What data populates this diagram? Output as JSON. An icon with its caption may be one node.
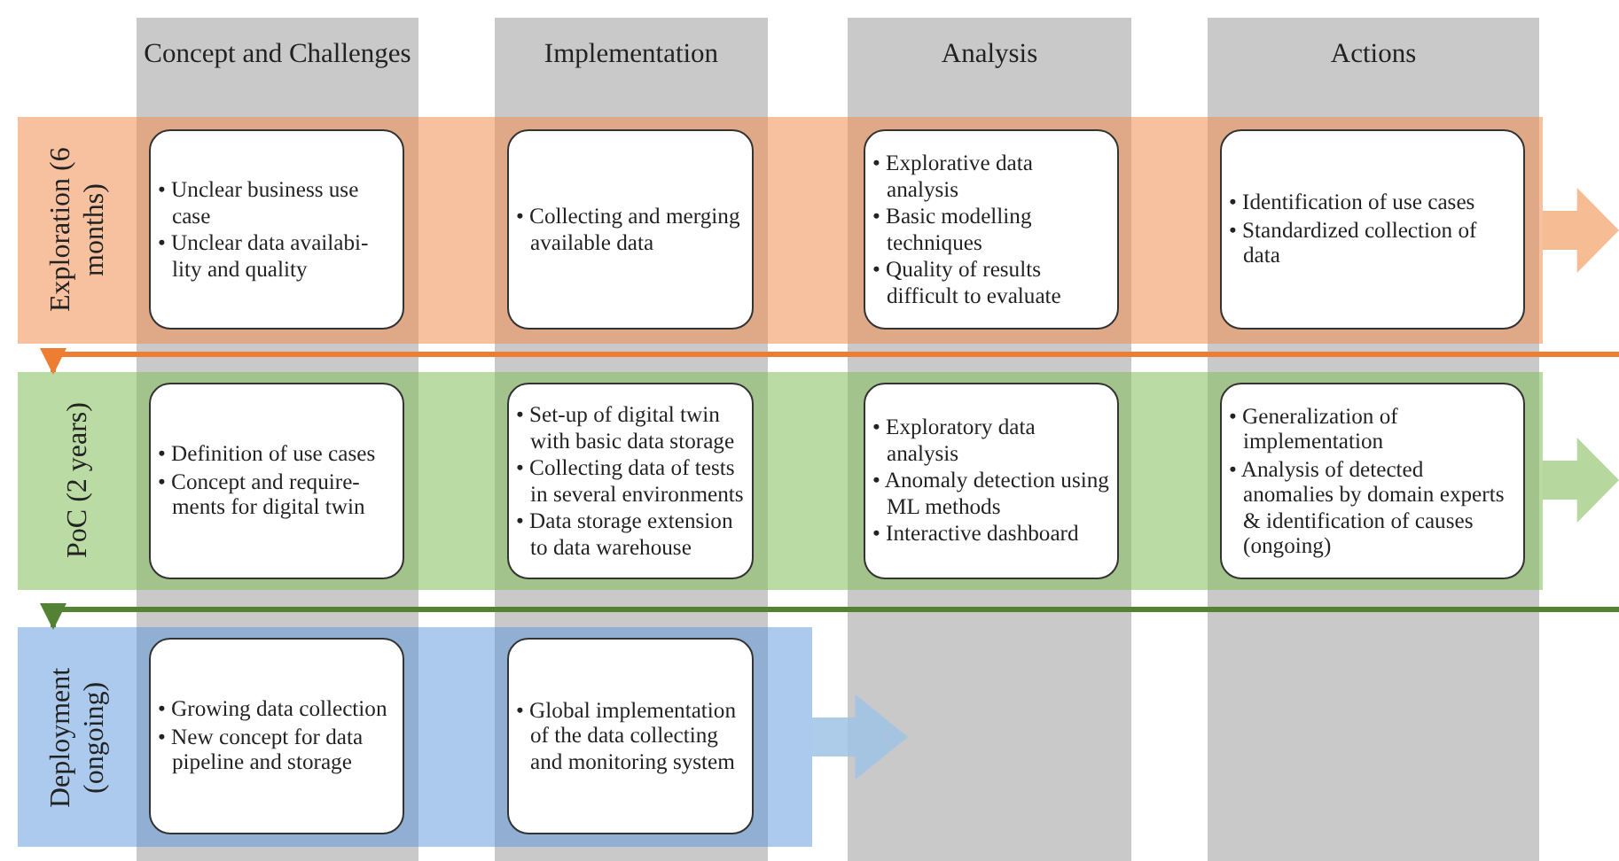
{
  "diagram": {
    "nodes": [
      {
        "text": [
          "Concept and Challenges"
        ]
      },
      {
        "text": [
          "Implementation"
        ]
      },
      {
        "text": [
          "Analysis"
        ]
      },
      {
        "text": [
          "Actions"
        ]
      },
      {
        "text": [
          "Exploration (6 months)"
        ]
      },
      {
        "text": [
          "• Unclear business use case",
          "• Unclear data availabi-lity and quality"
        ]
      },
      {
        "text": [
          "• Collecting and merging available data"
        ]
      },
      {
        "text": [
          "• Explorative data analysis",
          "• Basic modelling techniques",
          "• Quality of results difficult to evaluate"
        ]
      },
      {
        "text": [
          "• Identification of use cases",
          "• Standardized collection of data"
        ]
      },
      {
        "text": [
          "PoC (2 years)"
        ]
      },
      {
        "text": [
          "• Definition of use cases",
          "• Concept and require-ments for digital twin"
        ]
      },
      {
        "text": [
          "• Set-up of digital twin with basic data storage",
          "• Collecting data of tests in several environments",
          "• Data storage extension to data warehouse"
        ]
      },
      {
        "text": [
          "• Exploratory data analysis",
          "• Anomaly detection using ML methods",
          "• Interactive dashboard"
        ]
      },
      {
        "text": [
          "• Generalization of implementation",
          "• Analysis of detected anomalies by domain experts & identification of causes (ongoing)"
        ]
      },
      {
        "text": [
          "Deployment (ongoing)"
        ]
      },
      {
        "text": [
          "• Growing data collection",
          "• New concept for data pipeline and storage"
        ]
      },
      {
        "text": [
          "• Global implementation of the data collecting and monitoring system"
        ]
      }
    ],
    "edges": [
      {
        "from": 4,
        "to": null,
        "arrow": "to",
        "style": "thick",
        "color": "#f4b183"
      },
      {
        "from": null,
        "to": 9,
        "arrow": "to",
        "color": "#ed7d31"
      },
      {
        "from": 9,
        "to": null,
        "arrow": "to",
        "style": "thick",
        "color": "#a9d18e"
      },
      {
        "from": null,
        "to": 14,
        "arrow": "to",
        "color": "#548235"
      },
      {
        "from": 14,
        "to": 2,
        "arrow": "to",
        "style": "thick",
        "color": "#9dc3e6"
      }
    ]
  }
}
